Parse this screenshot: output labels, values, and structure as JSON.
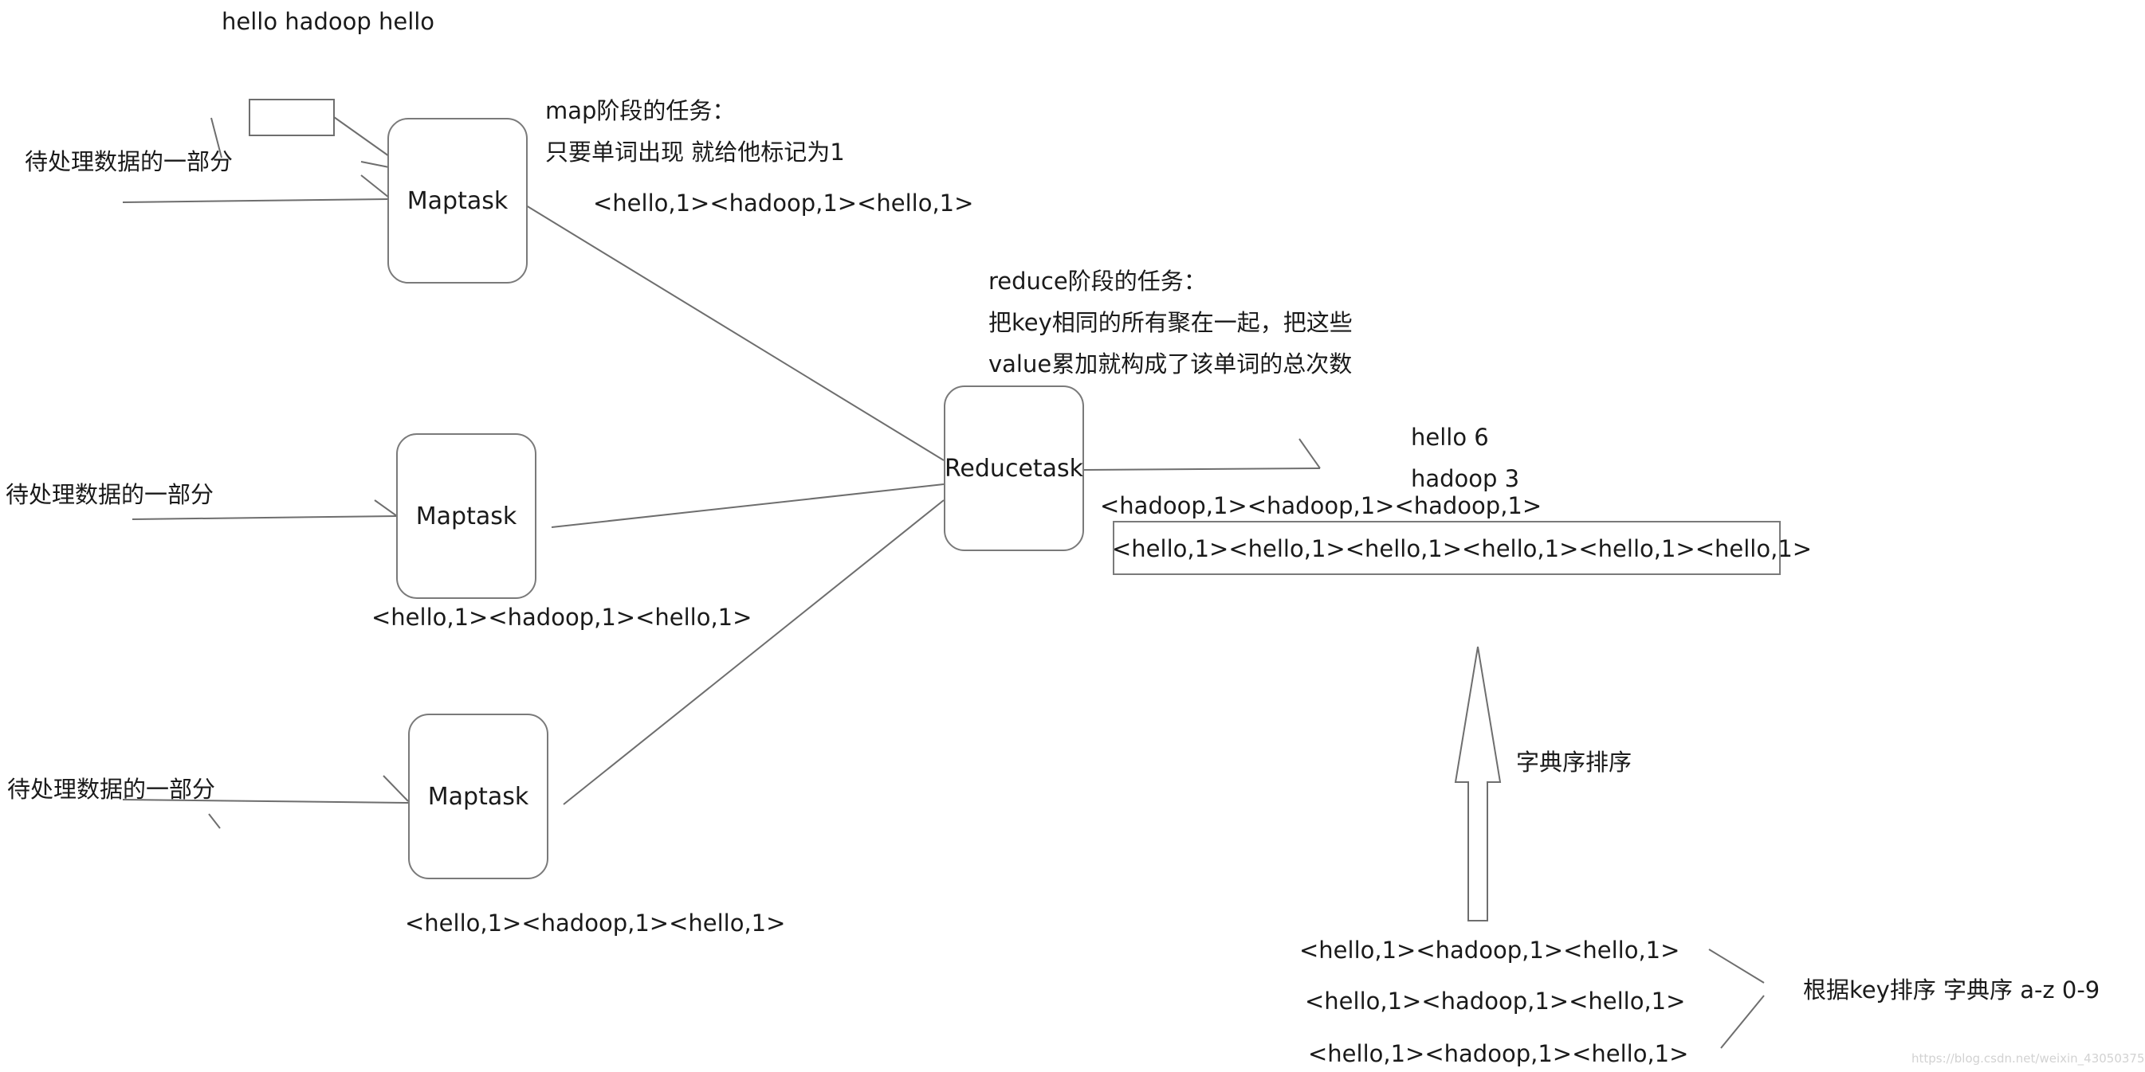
{
  "input_sentence": "hello hadoop hello",
  "input_label": "待处理数据的一部分",
  "maptask_label": "Maptask",
  "reducetask_label": "Reducetask",
  "map_stage": {
    "title": "map阶段的任务：",
    "desc": "只要单词出现 就给他标记为1"
  },
  "reduce_stage": {
    "title": "reduce阶段的任务：",
    "desc_line1": "把key相同的所有聚在一起，把这些",
    "desc_line2": "value累加就构成了该单词的总次数"
  },
  "map_output": "<hello,1><hadoop,1><hello,1>",
  "results": {
    "hello": "hello 6",
    "hadoop": "hadoop 3"
  },
  "grouped_hadoop": "<hadoop,1><hadoop,1><hadoop,1>",
  "grouped_hello": "<hello,1><hello,1><hello,1><hello,1><hello,1><hello,1>",
  "sort_label": "字典序排序",
  "key_sort_note": "根据key排序  字典序  a-z  0-9",
  "watermark": "https://blog.csdn.net/weixin_43050375"
}
